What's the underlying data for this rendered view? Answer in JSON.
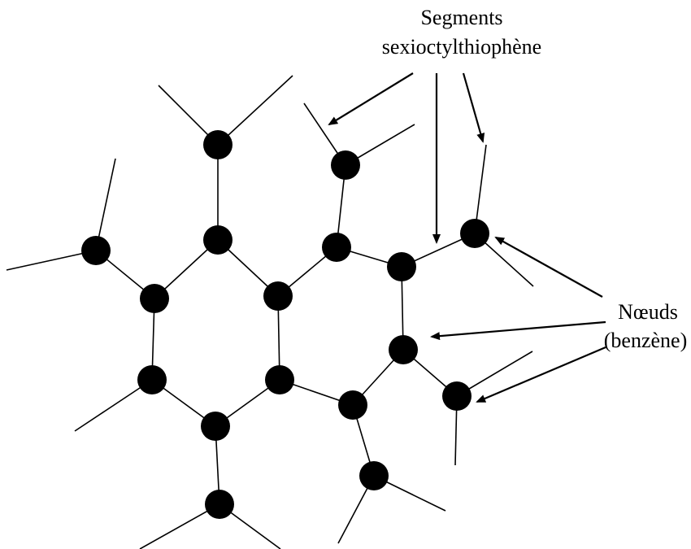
{
  "labels": {
    "segments_line1": "Segments",
    "segments_line2": "sexioctylthiophène",
    "nodes_line1": "Nœuds",
    "nodes_line2": "(benzène)"
  },
  "colors": {
    "ink": "#000000",
    "background": "#ffffff"
  }
}
